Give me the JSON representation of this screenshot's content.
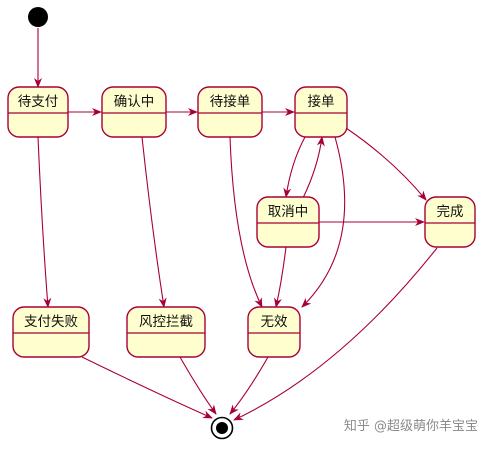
{
  "diagram": {
    "type": "uml-state-diagram",
    "states": [
      {
        "id": "pending_payment",
        "label": "待支付"
      },
      {
        "id": "confirming",
        "label": "确认中"
      },
      {
        "id": "awaiting_acceptance",
        "label": "待接单"
      },
      {
        "id": "accepted",
        "label": "接单"
      },
      {
        "id": "cancelling",
        "label": "取消中"
      },
      {
        "id": "completed",
        "label": "完成"
      },
      {
        "id": "payment_failed",
        "label": "支付失败"
      },
      {
        "id": "risk_blocked",
        "label": "风控拦截"
      },
      {
        "id": "invalid",
        "label": "无效"
      }
    ],
    "transitions": [
      [
        "start",
        "pending_payment"
      ],
      [
        "pending_payment",
        "confirming"
      ],
      [
        "confirming",
        "awaiting_acceptance"
      ],
      [
        "awaiting_acceptance",
        "accepted"
      ],
      [
        "accepted",
        "cancelling"
      ],
      [
        "cancelling",
        "accepted"
      ],
      [
        "accepted",
        "completed"
      ],
      [
        "cancelling",
        "completed"
      ],
      [
        "pending_payment",
        "payment_failed"
      ],
      [
        "confirming",
        "risk_blocked"
      ],
      [
        "awaiting_acceptance",
        "invalid"
      ],
      [
        "cancelling",
        "invalid"
      ],
      [
        "accepted",
        "invalid"
      ],
      [
        "payment_failed",
        "end"
      ],
      [
        "risk_blocked",
        "end"
      ],
      [
        "invalid",
        "end"
      ],
      [
        "completed",
        "end"
      ]
    ],
    "colors": {
      "state_fill": "#fefece",
      "state_border": "#a80036",
      "arrow": "#a80036",
      "start_end": "#000000"
    }
  },
  "watermark": {
    "text": "知乎 @超级萌你羊宝宝"
  }
}
